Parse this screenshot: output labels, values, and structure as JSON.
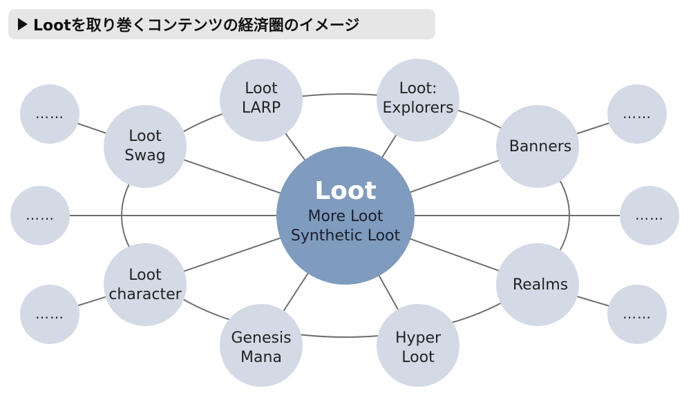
{
  "title": "Lootを取り巻くコンテンツの経済圏のイメージ",
  "colors": {
    "node_fill": "#d3dae6",
    "center_fill": "#7f9bbd",
    "line": "#6e6e6e",
    "title_bg": "#e6e6e6"
  },
  "center": {
    "main": "Loot",
    "line1": "More Loot",
    "line2": "Synthetic Loot"
  },
  "nodes": {
    "loot_larp": {
      "line1": "Loot",
      "line2": "LARP"
    },
    "loot_explorers": {
      "line1": "Loot:",
      "line2": "Explorers"
    },
    "loot_swag": {
      "line1": "Loot",
      "line2": "Swag"
    },
    "banners": {
      "line1": "Banners"
    },
    "loot_character": {
      "line1": "Loot",
      "line2": "character"
    },
    "realms": {
      "line1": "Realms"
    },
    "genesis_mana": {
      "line1": "Genesis",
      "line2": "Mana"
    },
    "hyper_loot": {
      "line1": "Hyper",
      "line2": "Loot"
    }
  },
  "outer": {
    "ellipsis": "……"
  }
}
